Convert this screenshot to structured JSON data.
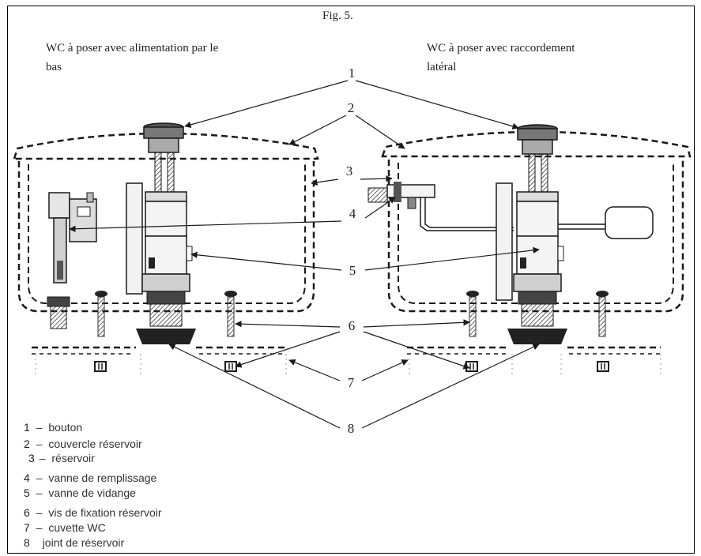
{
  "figure": {
    "title": "Fig. 5.",
    "left_caption": "WC à poser avec alimentation par le bas",
    "left_caption_line1": "WC à poser avec alimentation par le",
    "left_caption_line2": "bas",
    "right_caption_line1": "WC à poser avec raccordement",
    "right_caption_line2": "latéral",
    "callouts": [
      "1",
      "2",
      "3",
      "4",
      "5",
      "6",
      "7",
      "8"
    ]
  },
  "legend": {
    "items": [
      {
        "number": "1",
        "dash": "–",
        "text": "bouton"
      },
      {
        "number": "2",
        "dash": "–",
        "text": "couvercle réservoir"
      },
      {
        "number": "3",
        "dash": "–",
        "text": "réservoir"
      },
      {
        "number": "4",
        "dash": "–",
        "text": "vanne de remplissage"
      },
      {
        "number": "5",
        "dash": "–",
        "text": "vanne de vidange"
      },
      {
        "number": "6",
        "dash": "–",
        "text": "vis de fixation réservoir"
      },
      {
        "number": "7",
        "dash": "–",
        "text": "cuvette WC"
      },
      {
        "number": "8",
        "dash": "",
        "text": "joint de réservoir"
      }
    ]
  },
  "colors": {
    "line": "#1a1a1a",
    "mid_gray": "#777777",
    "light_gray": "#cfcfcf"
  }
}
